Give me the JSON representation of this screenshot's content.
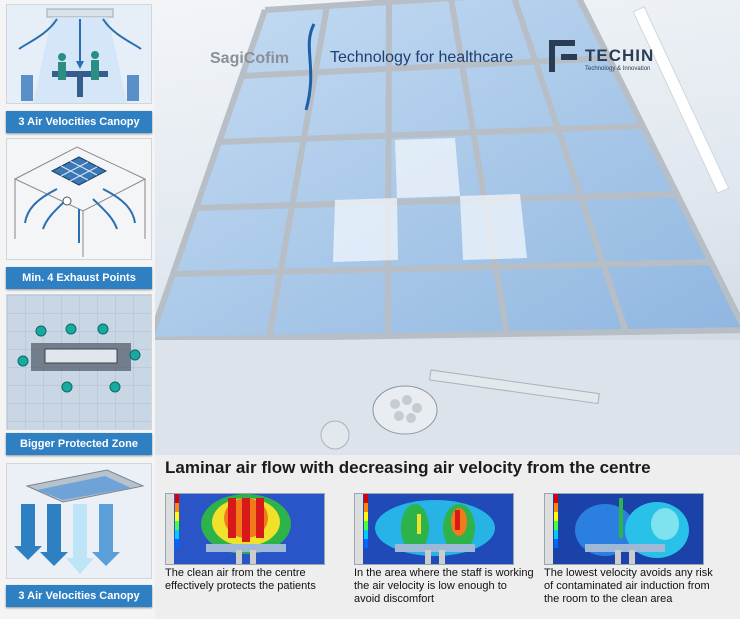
{
  "sidebar": {
    "panels": [
      {
        "label": "3 Air Velocities Canopy"
      },
      {
        "label": "Min. 4 Exhaust Points"
      },
      {
        "label": "Bigger Protected Zone"
      },
      {
        "label": "3 Air Velocities Canopy"
      }
    ]
  },
  "hero": {
    "brand": "SagiCofim",
    "tagline": "Technology for healthcare",
    "partner": "TECHIN",
    "partner_sub": "Technology & Innovation"
  },
  "bottom": {
    "title": "Laminar air flow with decreasing air velocity from the centre",
    "items": [
      {
        "caption": "The clean air from the centre effectively protects the patients"
      },
      {
        "caption": "In the area where the staff is working the air velocity is low enough to avoid discomfort"
      },
      {
        "caption": "The lowest velocity avoids any risk of contaminated air induction from the room to the clean area"
      }
    ]
  },
  "colors": {
    "label_bg": "#2f7fc3",
    "ceiling_blue": "#a9c8ea",
    "frame": "#b8c0c8"
  }
}
